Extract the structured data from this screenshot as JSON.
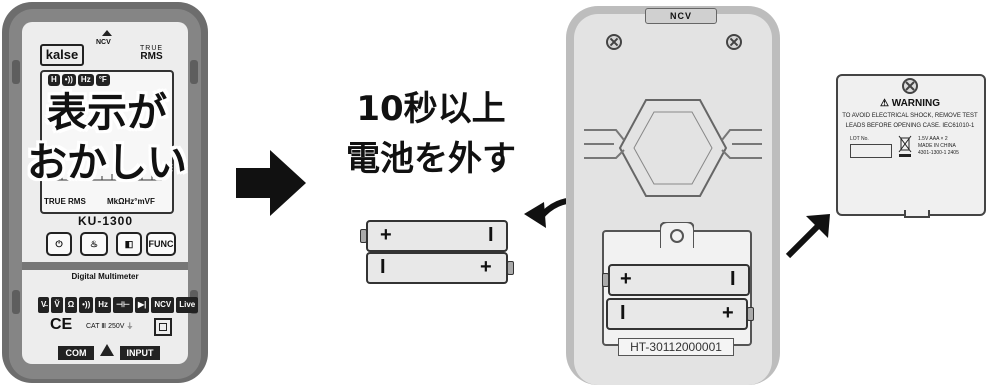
{
  "meter": {
    "brand": "kalse",
    "ncv": "NCV",
    "true_rms_top": "TRUE",
    "true_rms_bottom": "RMS",
    "lcd_icons": [
      "H",
      "•))",
      "Hz",
      "°F"
    ],
    "note_line1": "表示が",
    "note_line2": "おかしい",
    "lcd_bottom": "TRUE RMS",
    "lcd_units": "MkΩHz°mVF",
    "model": "KU-1300",
    "buttons": [
      "⏻",
      "♨",
      "◧",
      "FUNC"
    ],
    "label": "Digital Multimeter",
    "functions": [
      "V̴",
      "Ṽ",
      "Ω",
      "•))",
      "Hz",
      "⊣⊢",
      "▶|",
      "NCV",
      "Live"
    ],
    "ce": "CE",
    "cat": "CAT Ⅲ 250V ⏚",
    "com": "COM",
    "input": "INPUT"
  },
  "instruction": {
    "line1": "10秒以上",
    "line2": "電池を外す"
  },
  "battery_loose": {
    "top_plus": "+",
    "top_minus": "I",
    "bottom_minus": "I",
    "bottom_plus": "+"
  },
  "battery_installed": {
    "top_plus": "+",
    "top_minus": "I",
    "bottom_minus": "I",
    "bottom_plus": "+"
  },
  "back": {
    "top_label": "NCV",
    "serial": "HT-30112000001"
  },
  "cover": {
    "warning": "⚠ WARNING",
    "line1": "TO AVOID ELECTRICAL SHOCK, REMOVE TEST",
    "line2": "LEADS BEFORE OPENING CASE.  IEC61010-1",
    "lot": "LOT No.",
    "spec": "1.5V AAA × 2",
    "made": "MADE IN CHINA",
    "code": "4301-1300-1 2405"
  },
  "colors": {
    "case_dark": "#6d6d6d",
    "case_light": "#bdbdbd",
    "arrow": "#111111"
  }
}
